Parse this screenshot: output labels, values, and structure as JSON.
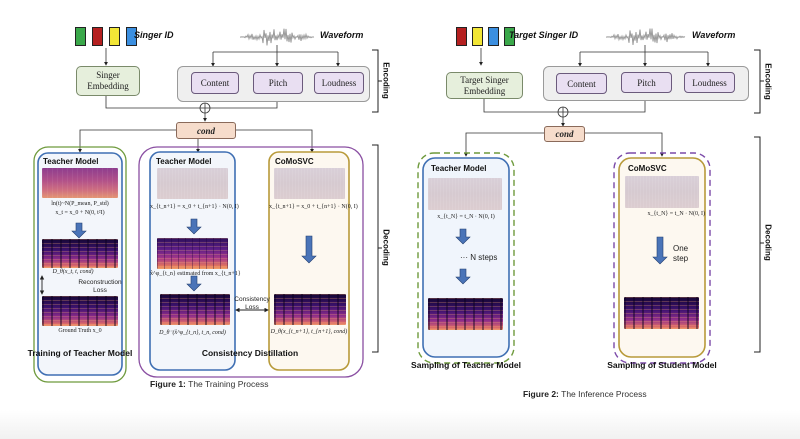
{
  "figure1": {
    "caption_prefix": "Figure 1:",
    "caption_text": "The Training Process",
    "singer_id_label": "Singer ID",
    "singer_id_colors": [
      "#3aa84a",
      "#b52020",
      "#f2e636",
      "#3b8fe0"
    ],
    "waveform_label": "Waveform",
    "singer_embedding_label": "Singer Embedding",
    "encoders": [
      "Content",
      "Pitch",
      "Loudness"
    ],
    "encoding_label": "Encoding",
    "decoding_label": "Decoding",
    "cond_label": "cond",
    "teacher_training": {
      "title": "Teacher Model",
      "formula_noise_1": "ln(t)~N(P_mean, P_std)",
      "formula_noise_2": "x_t = x_0 + N(0, t²I)",
      "formula_denoise": "D_θ(x_t, t, cond)",
      "loss_label": "Reconstruction Loss",
      "ground_truth_label": "Ground Truth x_0",
      "group_label": "Training of Teacher Model"
    },
    "distillation": {
      "teacher_title": "Teacher Model",
      "teacher_formula_noise": "x_{t_n+1} = x_0 + t_{n+1} · N(0, I)",
      "teacher_formula_estimate": "x̂^φ_{t_n} estimated from x_{t_n+1}",
      "teacher_formula_output": "D_θ⁻(x̂^φ_{t_n}, t_n, cond)",
      "student_title": "CoMoSVC",
      "student_formula_noise": "x_{t_n+1} = x_0 + t_{n+1} · N(0, I)",
      "student_formula_output": "D_θ(x_{t_n+1}, t_{n+1}, cond)",
      "loss_label": "Consistency Loss",
      "group_label": "Consistency Distillation"
    }
  },
  "figure2": {
    "caption_prefix": "Figure 2:",
    "caption_text": "The Inference Process",
    "singer_id_label": "Target Singer ID",
    "singer_id_colors": [
      "#b52020",
      "#f2e636",
      "#3b8fe0",
      "#3aa84a"
    ],
    "waveform_label": "Waveform",
    "singer_embedding_label": "Target Singer Embedding",
    "encoders": [
      "Content",
      "Pitch",
      "Loudness"
    ],
    "encoding_label": "Encoding",
    "decoding_label": "Decoding",
    "cond_label": "cond",
    "teacher_sampling": {
      "title": "Teacher Model",
      "formula_noise": "x_{t_N} = t_N · N(0, I)",
      "steps_label": "··· N steps",
      "group_label": "Sampling of Teacher Model"
    },
    "student_sampling": {
      "title": "CoMoSVC",
      "formula_noise": "x_{t_N} = t_N · N(0, I)",
      "steps_label": "One step",
      "group_label": "Sampling of Student Model"
    }
  }
}
